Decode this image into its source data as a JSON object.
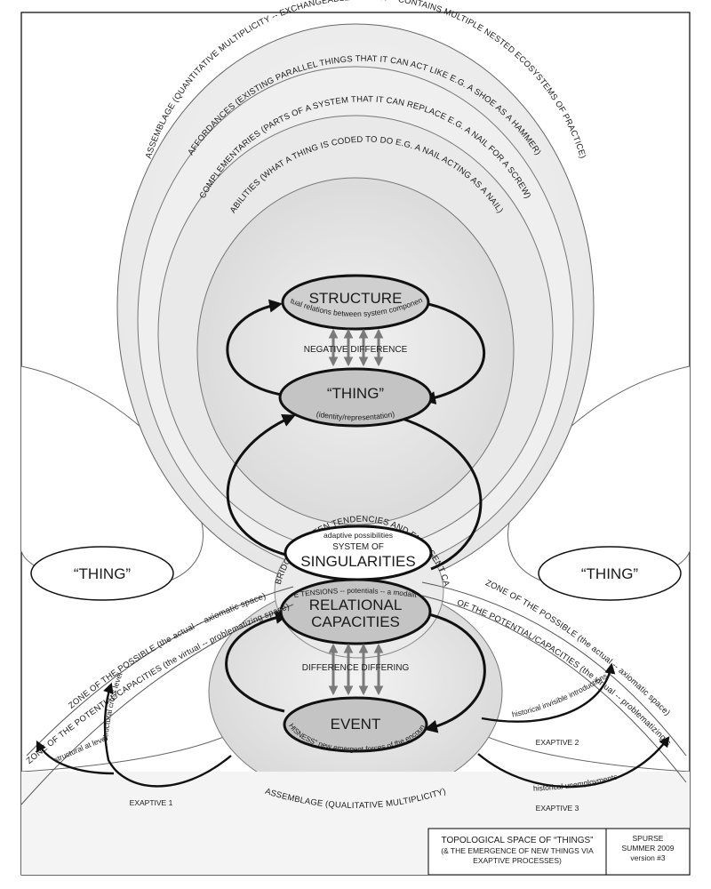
{
  "rings": {
    "assemblage_top": "ASSEMBLAGE (QUANTITATIVE MULTIPLICITY -- EXCHANGEABLE REGION -- CONTAINS MULTIPLE NESTED ECOSYSTEMS OF PRACTICE)",
    "affordances": "AFFORDANCES (EXISTING PARALLEL THINGS THAT IT CAN ACT LIKE E.G. A SHOE AS A HAMMER)",
    "complementaries": "COMPLEMENTARIES (PARTS OF A SYSTEM THAT IT CAN REPLACE E.G. A NAIL FOR A SCREW)",
    "abilities": "ABILITIES (WHAT A THING IS CODED TO DO E.G. A NAIL ACTING AS A NAIL)"
  },
  "nodes": {
    "structure": "STRUCTURE",
    "structure_sub": "(actual relations between system components)",
    "negative_difference": "NEGATIVE DIFFERENCE",
    "thing_center": "“THING”",
    "thing_center_sub": "(identity/representation)",
    "adaptive": "adaptive possibilities",
    "system_of": "SYSTEM OF",
    "singularities": "SINGULARITIES",
    "relational_1": "RELATIONAL",
    "relational_2": "CAPACITIES",
    "difference_differing": "DIFFERENCE DIFFERING",
    "event": "EVENT",
    "thisness": "“THISNESS” new emergent forces of the encounter",
    "adaptive_tensions": "ADAPTIVE TENSIONS -- potentials -- a modality of being",
    "thing_left": "“THING”",
    "thing_right": "“THING”"
  },
  "zones": {
    "bridge": "ZONE OF BRIDGE BETWEEN TENDENCIES AND EMERGENT CAPACITIES",
    "possible_left": "ZONE OF THE POSSIBLE (the actual -- axiomatic space)",
    "potential_left": "ZONE OF THE POTENTIAL/CAPACITIES (the virtual -- problematizing space)",
    "possible_right": "ZONE OF THE POSSIBLE (the actual -- axiomatic space)",
    "potential_right": "ZONE OF THE POTENTIAL/CAPACITIES (the virtual -- problematizing space)",
    "assemblage_bottom": "ASSEMBLAGE (QUALITATIVE MULTIPLICITY)"
  },
  "paths": {
    "structural_cross": "structural cross level",
    "structural_at": "structural at level",
    "historical_invisible": "historical invisible introductions",
    "historical_unemployments": "historical unemployments"
  },
  "exaptives": {
    "one": "EXAPTIVE 1",
    "two": "EXAPTIVE 2",
    "three": "EXAPTIVE 3"
  },
  "legend": {
    "title": "TOPOLOGICAL SPACE OF “THINGS”",
    "subtitle_1": "(& THE EMERGENCE OF NEW THINGS VIA",
    "subtitle_2": "EXAPTIVE PROCESSES)",
    "credit_1": "SPURSE",
    "credit_2": "SUMMER 2009",
    "credit_3": "version #3"
  }
}
